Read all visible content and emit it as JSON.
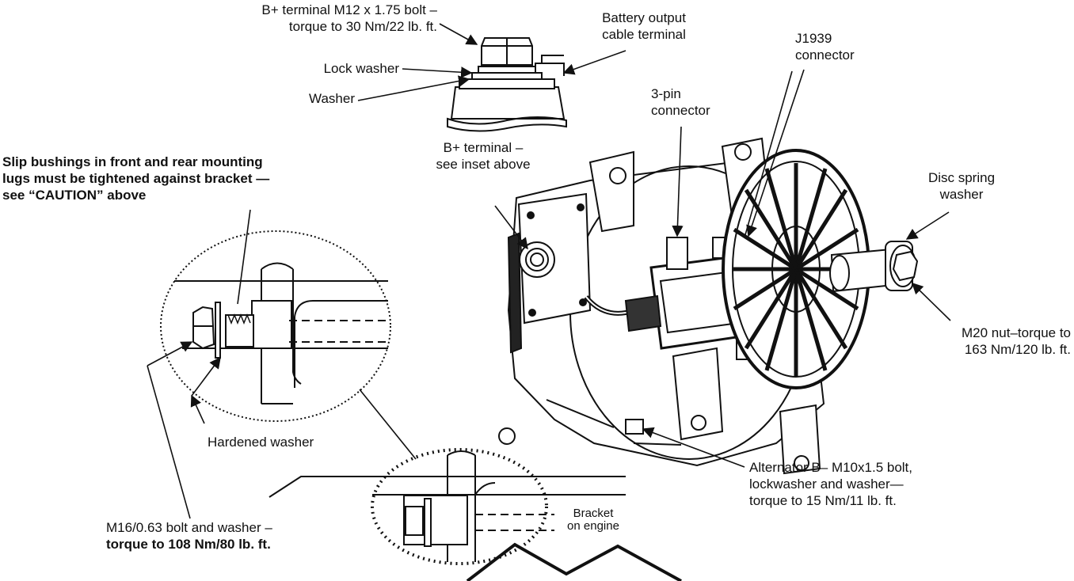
{
  "labels": {
    "b_terminal_bolt": [
      "B+ terminal M12 x 1.75 bolt –",
      "torque to 30 Nm/22 lb. ft."
    ],
    "battery_output": [
      "Battery output",
      "cable terminal"
    ],
    "lock_washer": "Lock washer",
    "washer": "Washer",
    "j1939": [
      "J1939",
      "connector"
    ],
    "three_pin": [
      "3-pin",
      "connector"
    ],
    "b_terminal_see": [
      "B+ terminal –",
      "see inset above"
    ],
    "slip_bushings": [
      "Slip bushings in front and rear mounting",
      "lugs must be tightened against bracket —",
      "see “CAUTION” above"
    ],
    "disc_spring": [
      "Disc spring",
      "washer"
    ],
    "m20_nut": [
      "M20 nut–torque to",
      "163 Nm/120 lb. ft."
    ],
    "hardened_washer": "Hardened washer",
    "alternator_b_minus": [
      "Alternator B– M10x1.5 bolt,",
      "lockwasher and washer—",
      "torque to 15 Nm/11 lb. ft."
    ],
    "bracket": [
      "Bracket",
      "on engine"
    ],
    "m16_bolt": [
      "M16/0.63 bolt and washer –",
      "torque to 108 Nm/80 lb. ft."
    ]
  },
  "colors": {
    "line": "#111111",
    "background": "#ffffff"
  }
}
